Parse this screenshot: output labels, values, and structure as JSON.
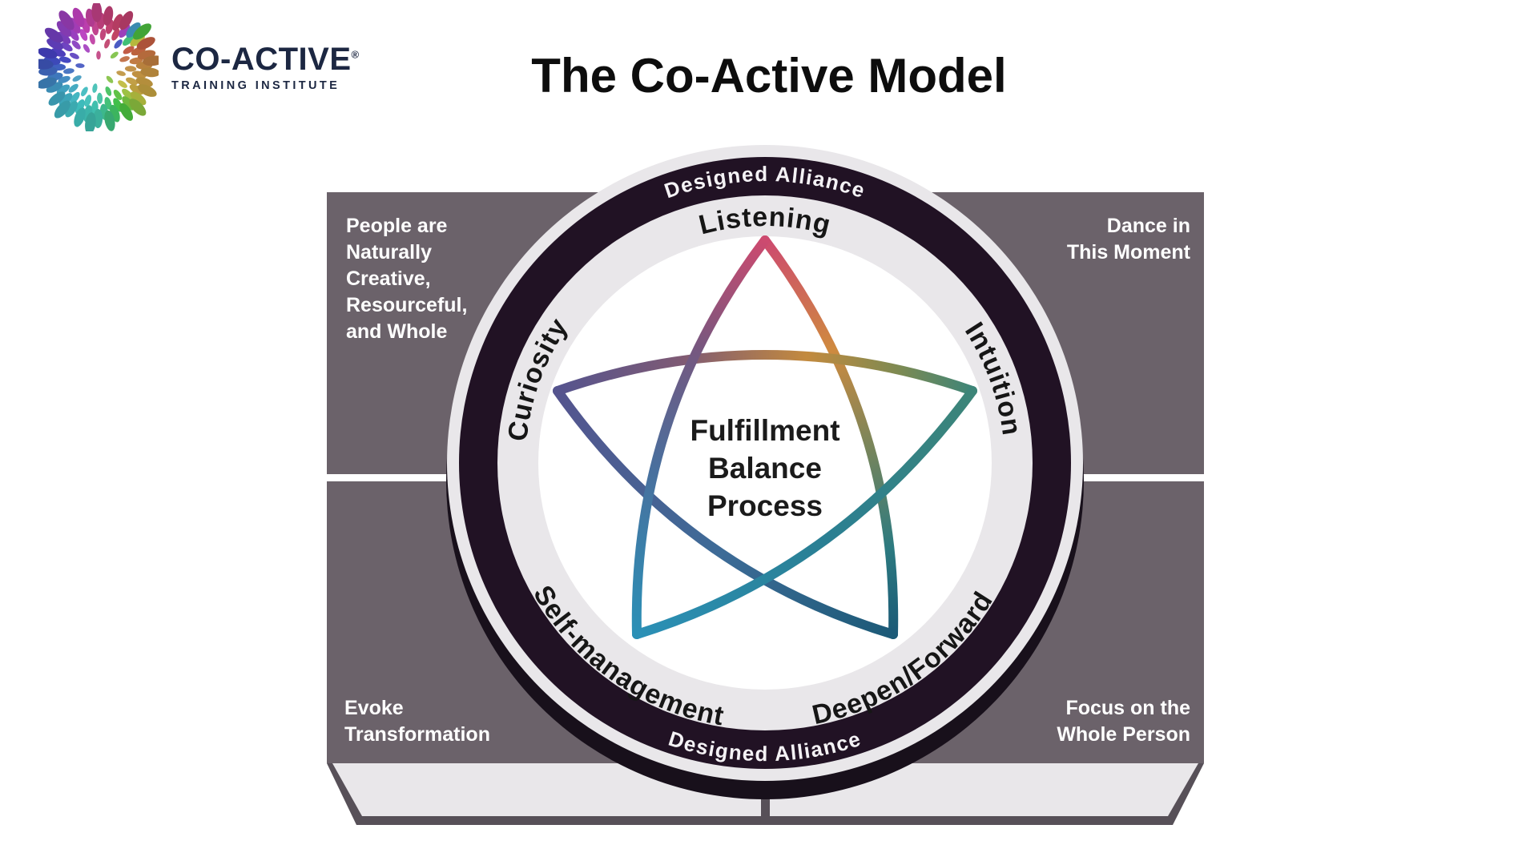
{
  "logo": {
    "brand": "CO-ACTIVE",
    "registered": "®",
    "subtitle": "TRAINING INSTITUTE",
    "spiral_hues": [
      330,
      345,
      10,
      35,
      45,
      120,
      170,
      182,
      195,
      225,
      258,
      290,
      330
    ]
  },
  "title": "The Co-Active Model",
  "quadrants": {
    "top_left": "People are\nNaturally\nCreative,\nResourceful,\nand Whole",
    "top_right": "Dance in\nThis Moment",
    "bottom_left": "Evoke\nTransformation",
    "bottom_right": "Focus on the\nWhole Person"
  },
  "ring": {
    "outer_top": "Designed Alliance",
    "outer_bottom": "Designed Alliance",
    "inner_top": "Listening",
    "inner_left": "Curiosity",
    "inner_right": "Intuition",
    "inner_bottom_left": "Self-management",
    "inner_bottom_right": "Deepen/Forward"
  },
  "center": {
    "line1": "Fulfillment",
    "line2": "Balance",
    "line3": "Process"
  },
  "colors": {
    "panel": "#6b626a",
    "ring_dark": "#211224",
    "ring_light": "#e9e7ea",
    "base_outline": "#575058",
    "brand_navy": "#1c2742",
    "star_pink": "#cd4a6f",
    "star_orange": "#cf8a3f",
    "star_green": "#3d8578",
    "star_navy": "#1c5a77",
    "star_cyan": "#2b90b6",
    "star_indigo": "#55548e"
  }
}
